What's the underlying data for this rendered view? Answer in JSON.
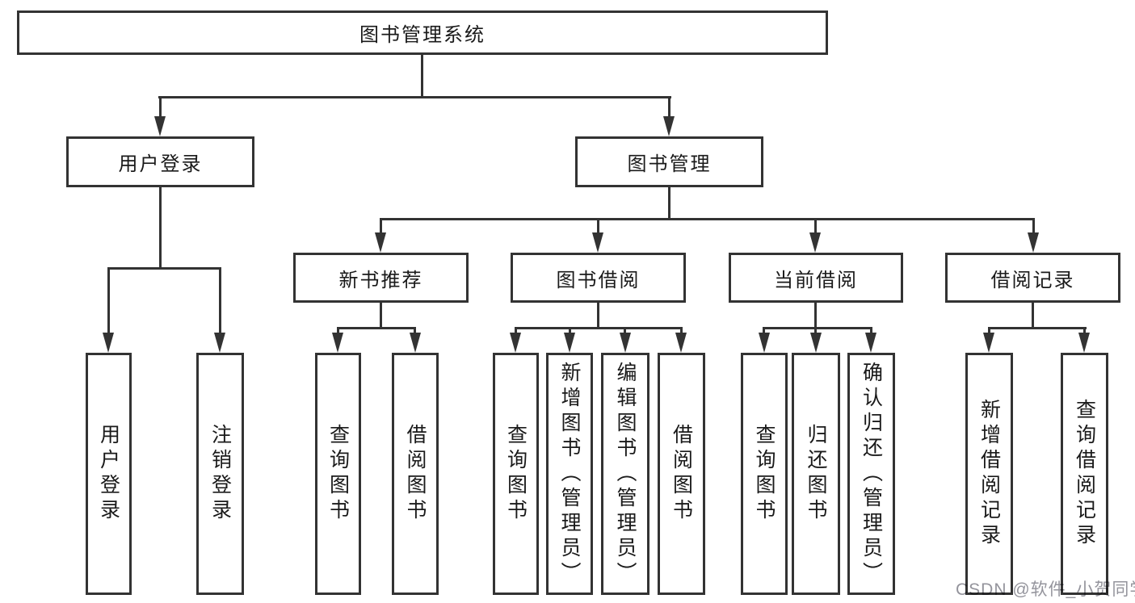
{
  "diagram_type": "hierarchy-tree",
  "tree": {
    "label": "图书管理系统",
    "children": [
      {
        "label": "用户登录",
        "children": [
          {
            "label": "用户登录"
          },
          {
            "label": "注销登录"
          }
        ]
      },
      {
        "label": "图书管理",
        "children": [
          {
            "label": "新书推荐",
            "children": [
              {
                "label": "查询图书"
              },
              {
                "label": "借阅图书"
              }
            ]
          },
          {
            "label": "图书借阅",
            "children": [
              {
                "label": "查询图书"
              },
              {
                "label": "新增图书（管理员）"
              },
              {
                "label": "编辑图书（管理员）"
              },
              {
                "label": "借阅图书"
              }
            ]
          },
          {
            "label": "当前借阅",
            "children": [
              {
                "label": "查询图书"
              },
              {
                "label": "归还图书"
              },
              {
                "label": "确认归还（管理员）"
              }
            ]
          },
          {
            "label": "借阅记录",
            "children": [
              {
                "label": "新增借阅记录"
              },
              {
                "label": "查询借阅记录"
              }
            ]
          }
        ]
      }
    ]
  },
  "watermark": {
    "text": "CSDN @软件_小贺同学"
  },
  "colors": {
    "line": "#333333",
    "text": "#1a1a1a",
    "watermark": "#94949c",
    "background": "#ffffff"
  }
}
